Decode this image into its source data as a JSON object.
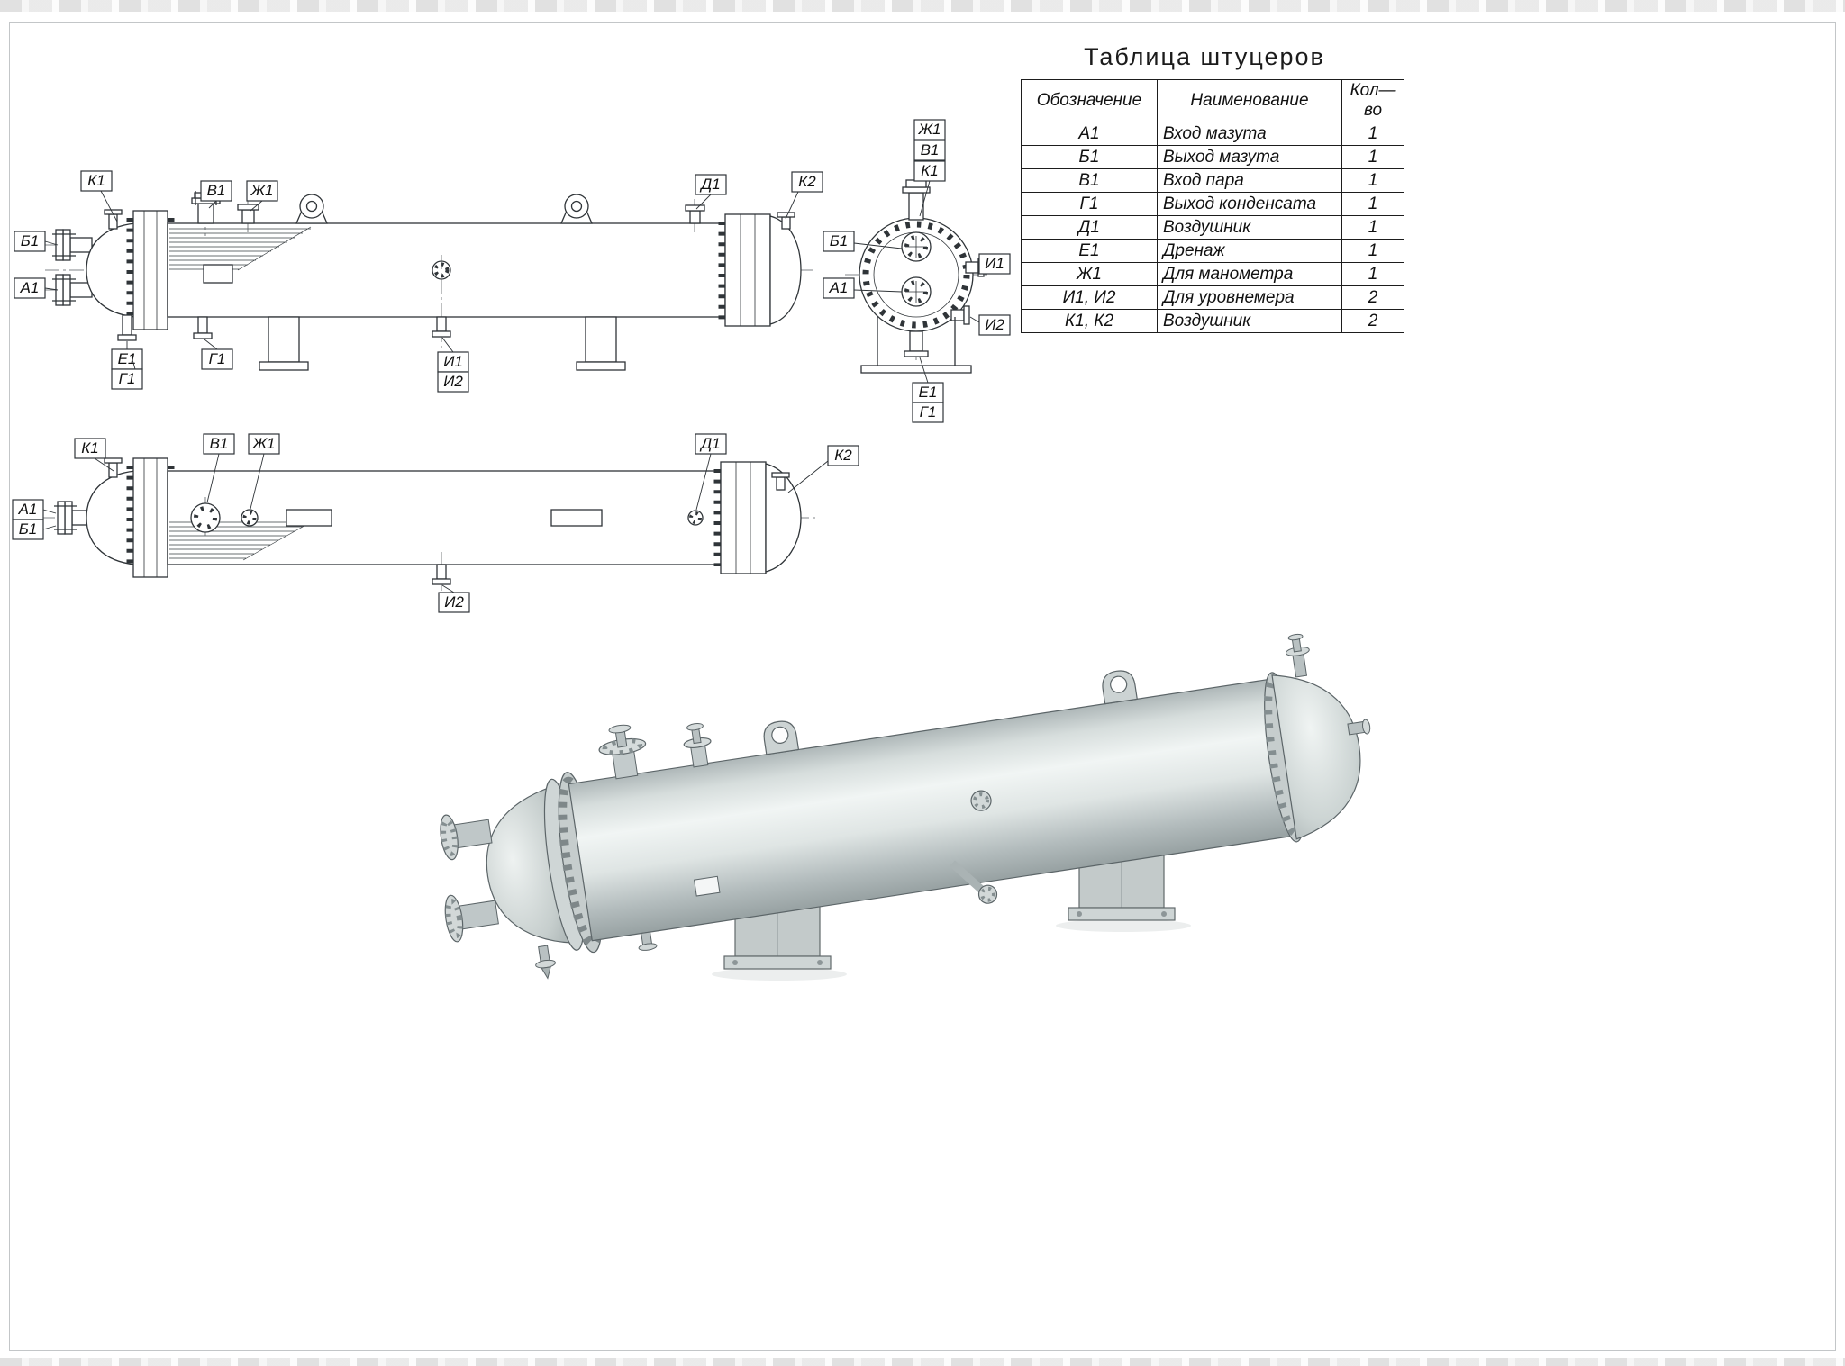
{
  "colors": {
    "line": "#2f3438",
    "metal_light": "#f1f5f4",
    "metal_dark": "#97a1a2"
  },
  "nozzle_table": {
    "title": "Таблица штуцеров",
    "headers": [
      "Обозначение",
      "Наименование",
      "Кол— во"
    ],
    "rows": [
      {
        "designation": "А1",
        "name": "Вход мазута",
        "qty": "1"
      },
      {
        "designation": "Б1",
        "name": "Выход мазута",
        "qty": "1"
      },
      {
        "designation": "В1",
        "name": "Вход пара",
        "qty": "1"
      },
      {
        "designation": "Г1",
        "name": "Выход конденсата",
        "qty": "1"
      },
      {
        "designation": "Д1",
        "name": "Воздушник",
        "qty": "1"
      },
      {
        "designation": "Е1",
        "name": "Дренаж",
        "qty": "1"
      },
      {
        "designation": "Ж1",
        "name": "Для манометра",
        "qty": "1"
      },
      {
        "designation": "И1,  И2",
        "name": "Для уровнемера",
        "qty": "2"
      },
      {
        "designation": "К1,  К2",
        "name": "Воздушник",
        "qty": "2"
      }
    ]
  },
  "callouts": {
    "side_top": [
      "К1",
      "Б1",
      "А1",
      "В1",
      "Ж1",
      "Е1",
      "Г1",
      "Г1",
      "И1",
      "И2",
      "Д1",
      "К2"
    ],
    "end_view": [
      "Ж1",
      "В1",
      "К1",
      "Б1",
      "А1",
      "И1",
      "И2",
      "Е1",
      "Г1"
    ],
    "side_bottom": [
      "К1",
      "А1",
      "Б1",
      "В1",
      "Ж1",
      "И2",
      "Д1",
      "К2"
    ]
  }
}
